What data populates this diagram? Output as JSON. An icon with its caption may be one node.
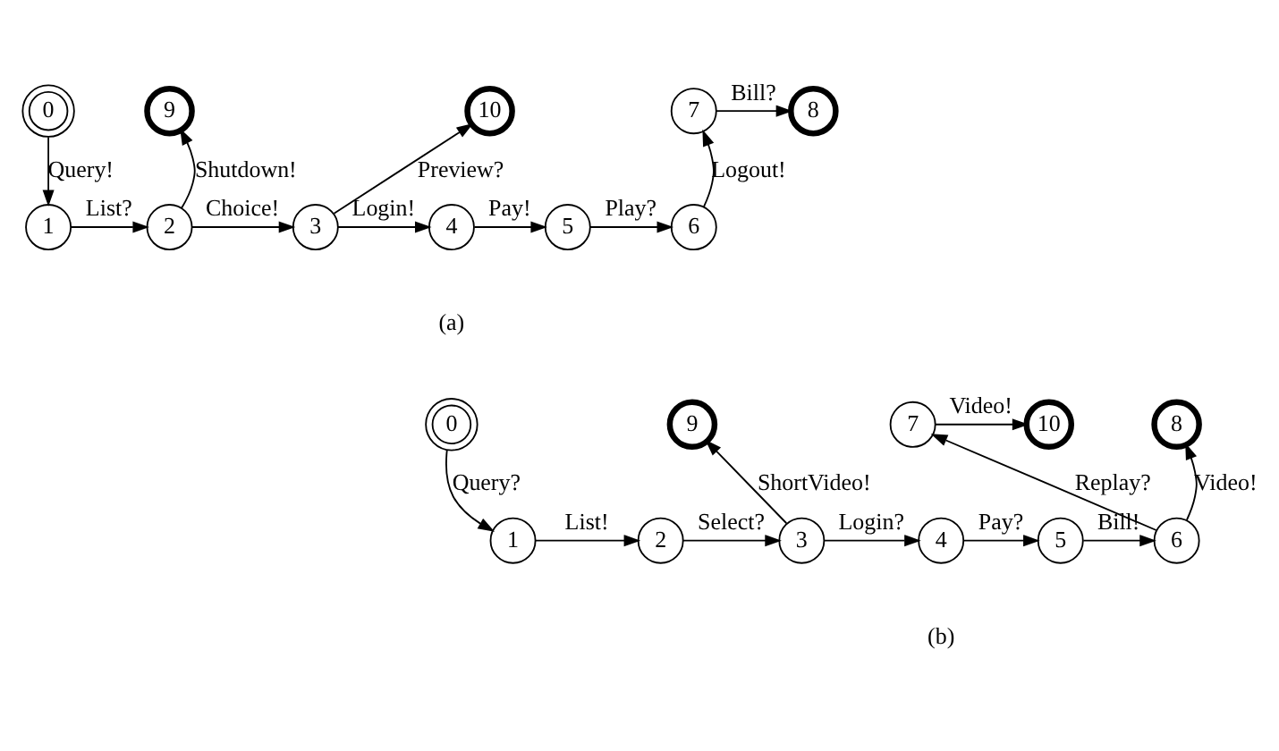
{
  "diagram": {
    "nodes": [
      {
        "text": [
          "0"
        ]
      },
      {
        "text": [
          "1"
        ]
      },
      {
        "text": [
          "2"
        ]
      },
      {
        "text": [
          "3"
        ]
      },
      {
        "text": [
          "4"
        ]
      },
      {
        "text": [
          "5"
        ]
      },
      {
        "text": [
          "6"
        ]
      },
      {
        "text": [
          "7"
        ]
      },
      {
        "text": [
          "8"
        ]
      },
      {
        "text": [
          "9"
        ]
      },
      {
        "text": [
          "10"
        ]
      },
      {
        "text": [
          "0"
        ]
      },
      {
        "text": [
          "1"
        ]
      },
      {
        "text": [
          "2"
        ]
      },
      {
        "text": [
          "3"
        ]
      },
      {
        "text": [
          "4"
        ]
      },
      {
        "text": [
          "5"
        ]
      },
      {
        "text": [
          "6"
        ]
      },
      {
        "text": [
          "7"
        ]
      },
      {
        "text": [
          "8"
        ]
      },
      {
        "text": [
          "9"
        ]
      },
      {
        "text": [
          "10"
        ]
      }
    ],
    "edges": [
      {
        "from": 0,
        "to": 1,
        "arrow": "to",
        "label": "Query!"
      },
      {
        "from": 1,
        "to": 2,
        "arrow": "to",
        "label": "List?"
      },
      {
        "from": 2,
        "to": 9,
        "arrow": "to",
        "label": "Shutdown!"
      },
      {
        "from": 2,
        "to": 3,
        "arrow": "to",
        "label": "Choice!"
      },
      {
        "from": 3,
        "to": 10,
        "arrow": "to",
        "label": "Preview?"
      },
      {
        "from": 3,
        "to": 4,
        "arrow": "to",
        "label": "Login!"
      },
      {
        "from": 4,
        "to": 5,
        "arrow": "to",
        "label": "Pay!"
      },
      {
        "from": 5,
        "to": 6,
        "arrow": "to",
        "label": "Play?"
      },
      {
        "from": 6,
        "to": 7,
        "arrow": "to",
        "label": "Logout!"
      },
      {
        "from": 7,
        "to": 8,
        "arrow": "to",
        "label": "Bill?"
      },
      {
        "from": 11,
        "to": 12,
        "arrow": "to",
        "label": "Query?"
      },
      {
        "from": 12,
        "to": 13,
        "arrow": "to",
        "label": "List!"
      },
      {
        "from": 13,
        "to": 14,
        "arrow": "to",
        "label": "Select?"
      },
      {
        "from": 14,
        "to": 20,
        "arrow": "to",
        "label": "ShortVideo!"
      },
      {
        "from": 14,
        "to": 15,
        "arrow": "to",
        "label": "Login?"
      },
      {
        "from": 15,
        "to": 16,
        "arrow": "to",
        "label": "Pay?"
      },
      {
        "from": 16,
        "to": 17,
        "arrow": "to",
        "label": "Bill!"
      },
      {
        "from": 17,
        "to": 18,
        "arrow": "to",
        "label": "Replay?"
      },
      {
        "from": 18,
        "to": 21,
        "arrow": "to",
        "label": "Video!"
      },
      {
        "from": 17,
        "to": 19,
        "arrow": "to",
        "label": "Video!"
      }
    ],
    "labels": [
      "(a)",
      "(b)"
    ]
  }
}
